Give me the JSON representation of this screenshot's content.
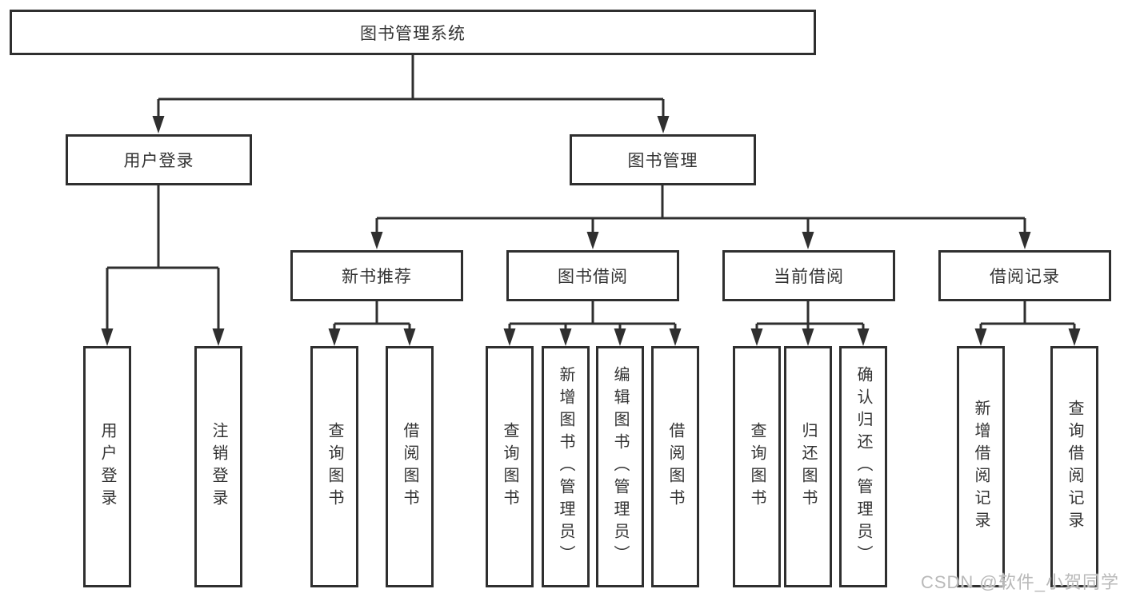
{
  "tree": {
    "root": "图书管理系统",
    "level2": [
      "用户登录",
      "图书管理"
    ],
    "level3": [
      "新书推荐",
      "图书借阅",
      "当前借阅",
      "借阅记录"
    ],
    "leaves": {
      "login": [
        "用户登录",
        "注销登录"
      ],
      "new_book": [
        "查询图书",
        "借阅图书"
      ],
      "borrow": [
        "查询图书",
        "新增图书（管理员）",
        "编辑图书（管理员）",
        "借阅图书"
      ],
      "current": [
        "查询图书",
        "归还图书",
        "确认归还（管理员）"
      ],
      "records": [
        "新增借阅记录",
        "查询借阅记录"
      ]
    }
  },
  "watermark": "CSDN @软件_小贺同学",
  "colors": {
    "line": "#2f2f2f",
    "text": "#333333",
    "background": "#ffffff",
    "watermark": "#b9b9b9"
  }
}
